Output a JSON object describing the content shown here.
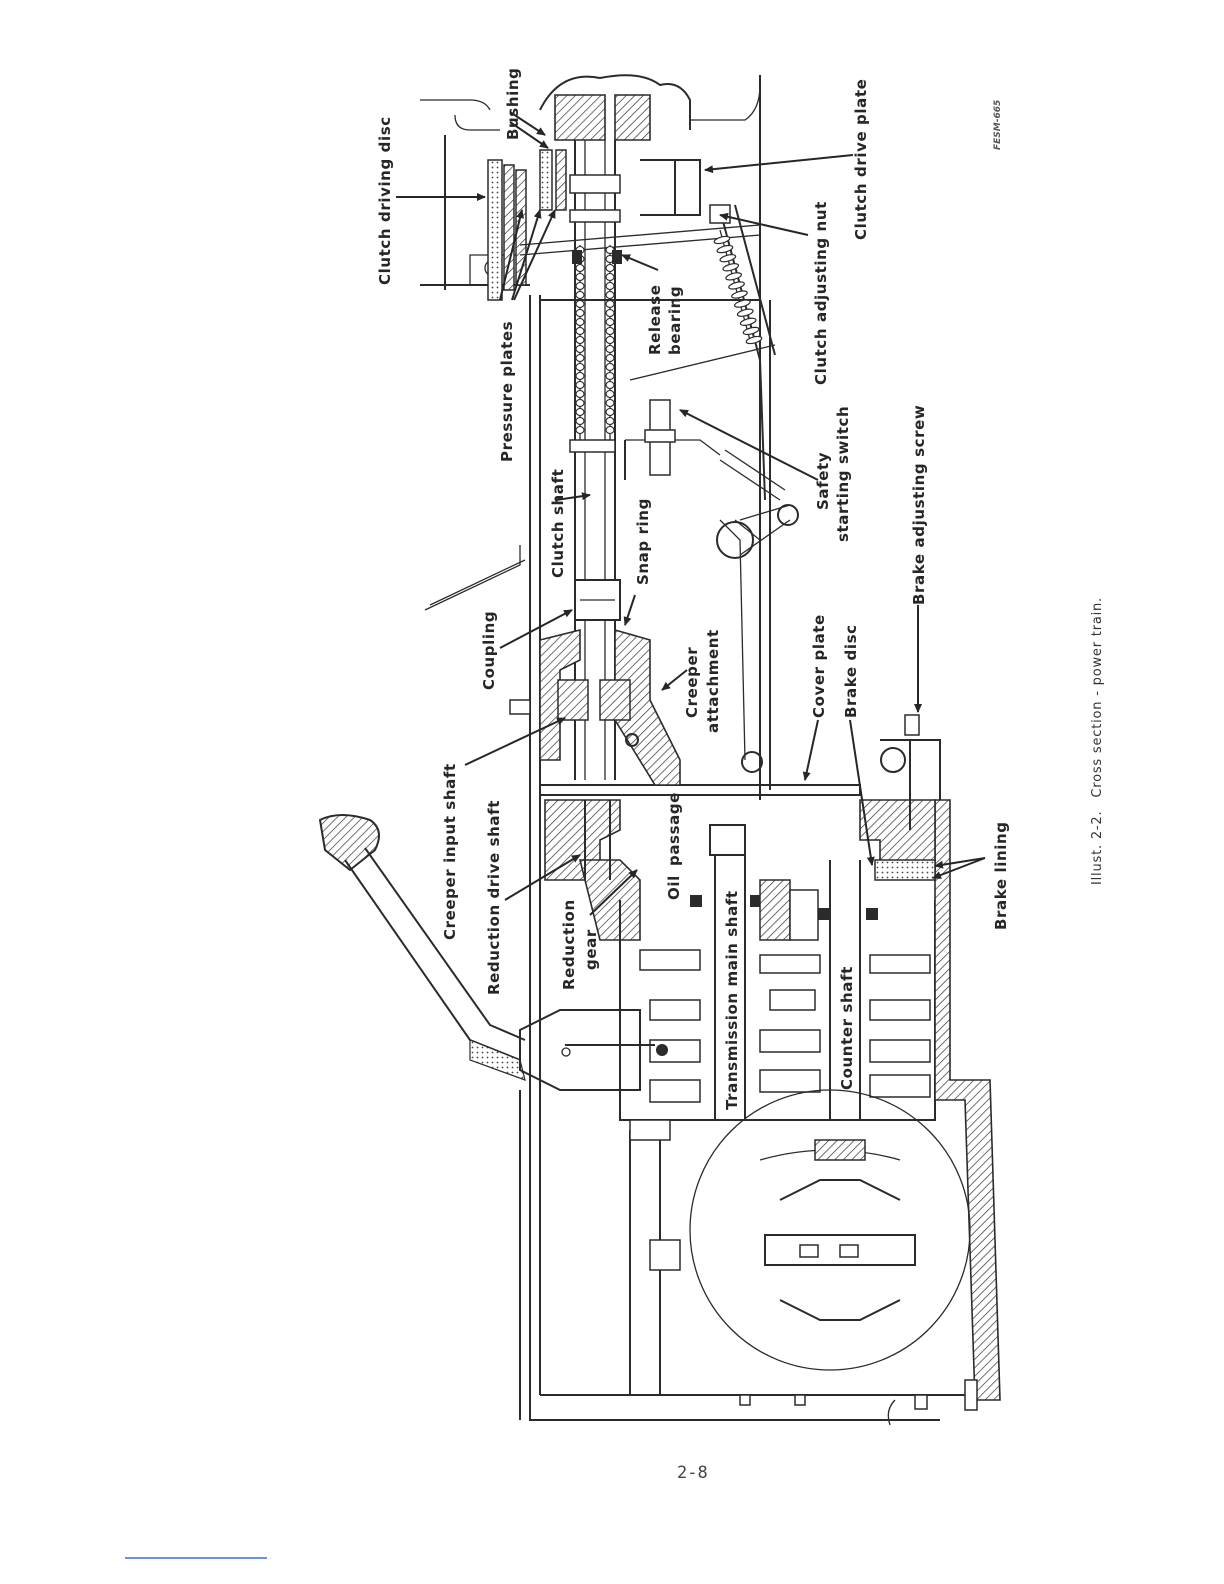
{
  "labels": {
    "bushing": "Bushing",
    "clutch_driving_disc": "Clutch driving disc",
    "clutch_drive_plate": "Clutch drive plate",
    "clutch_adjusting_nut": "Clutch adjusting nut",
    "release_bearing_1": "Release",
    "release_bearing_2": "bearing",
    "pressure_plates": "Pressure plates",
    "clutch_shaft": "Clutch shaft",
    "snap_ring": "Snap ring",
    "safety_switch_1": "Safety",
    "safety_switch_2": "starting switch",
    "brake_adjusting_screw": "Brake adjusting screw",
    "coupling": "Coupling",
    "creeper_attachment_1": "Creeper",
    "creeper_attachment_2": "attachment",
    "creeper_input_shaft": "Creeper input shaft",
    "cover_plate": "Cover plate",
    "brake_disc": "Brake disc",
    "reduction_drive_shaft": "Reduction drive shaft",
    "reduction_gear_1": "Reduction",
    "reduction_gear_2": "gear",
    "oil_passage_1": "Oil",
    "oil_passage_2": "passage",
    "transmission_main_shaft": "Transmission main shaft",
    "counter_shaft": "Counter shaft",
    "brake_lining": "Brake lining"
  },
  "caption": {
    "number": "Illust. 2-2.",
    "text": "Cross section - power train."
  },
  "figure_code": "FESM-665",
  "page_number": "2-8"
}
